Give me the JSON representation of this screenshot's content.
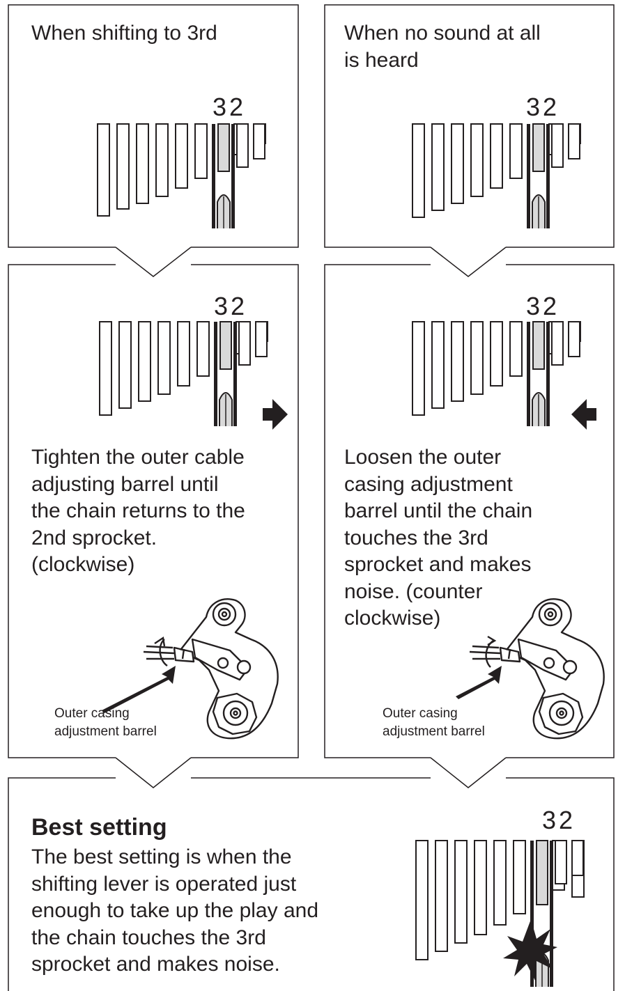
{
  "panels": {
    "shift_third": {
      "title": "When shifting to 3rd",
      "gear_numbers": "32"
    },
    "no_sound": {
      "title": "When no sound at all\nis heard",
      "gear_numbers": "32"
    },
    "tighten": {
      "gear_numbers": "32",
      "instruction": "Tighten the outer cable\nadjusting barrel until\nthe chain returns to the\n2nd sprocket.\n(clockwise)",
      "barrel_label": "Outer casing\nadjustment barrel",
      "arrow_direction": "right"
    },
    "loosen": {
      "gear_numbers": "32",
      "instruction": "Loosen the outer\ncasing adjustment\nbarrel until the chain\ntouches the 3rd\nsprocket and makes\nnoise. (counter\nclockwise)",
      "barrel_label": "Outer casing\nadjustment barrel",
      "arrow_direction": "left"
    },
    "best": {
      "heading": "Best setting",
      "body": "The best setting is when the\nshifting lever is operated just\nenough to take up the play and\nthe chain touches the 3rd\nsprocket and makes noise.",
      "gear_numbers": "32"
    }
  },
  "colors": {
    "ink": "#231f20",
    "chain_fill": "#d9d9d9",
    "background": "#ffffff"
  }
}
